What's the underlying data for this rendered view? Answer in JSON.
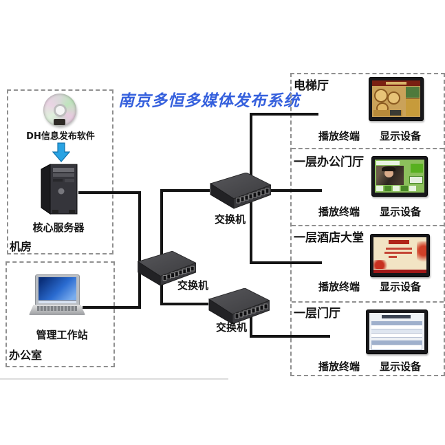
{
  "title": "南京多恒多媒体发布系统",
  "machine_room": {
    "label": "机房",
    "software_label": "DH信息发布软件",
    "server_label": "核心服务器"
  },
  "office": {
    "label": "办公室",
    "workstation_label": "管理工作站"
  },
  "switches": [
    {
      "label": "交换机"
    },
    {
      "label": "交换机"
    },
    {
      "label": "交换机"
    }
  ],
  "zones": [
    {
      "name": "电梯厅",
      "terminal_label": "播放终端",
      "display_label": "显示设备"
    },
    {
      "name": "一层办公门厅",
      "terminal_label": "播放终端",
      "display_label": "显示设备"
    },
    {
      "name": "一层酒店大堂",
      "terminal_label": "播放终端",
      "display_label": "显示设备"
    },
    {
      "name": "一层门厅",
      "terminal_label": "播放终端",
      "display_label": "显示设备"
    }
  ],
  "colors": {
    "title_text": "#3560dd",
    "connection_line": "#141414",
    "dashed_border": "#8f8f8f",
    "arrow_blue": "#29a3e3"
  }
}
